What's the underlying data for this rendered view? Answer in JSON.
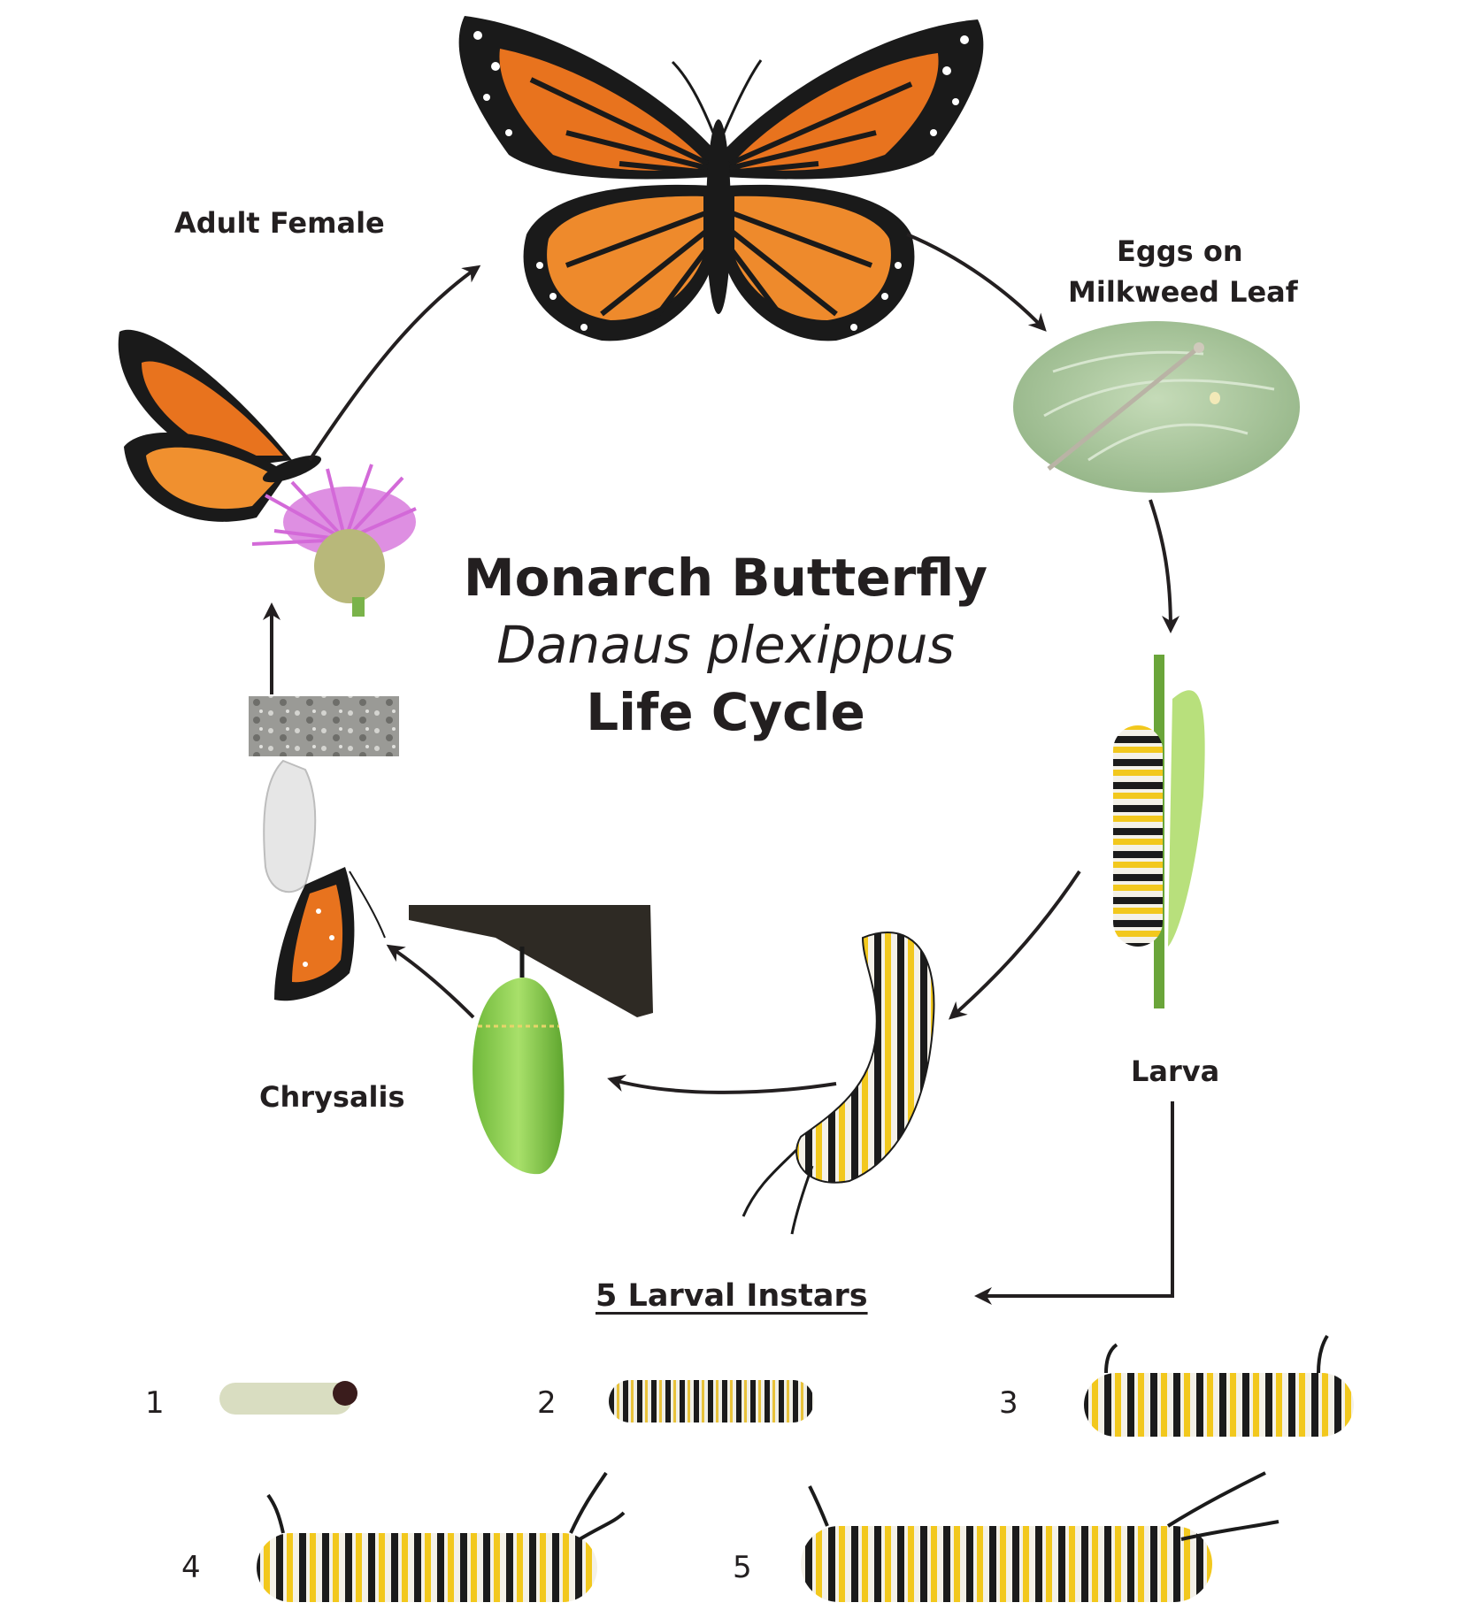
{
  "title": {
    "line1": "Monarch Butterfly",
    "line2": "Danaus plexippus",
    "line3": "Life Cycle"
  },
  "stages": {
    "adult_female": "Adult Female",
    "eggs_line1": "Eggs on",
    "eggs_line2": "Milkweed Leaf",
    "larva": "Larva",
    "chrysalis": "Chrysalis"
  },
  "instars": {
    "heading": "5 Larval Instars",
    "items": [
      {
        "number": "1"
      },
      {
        "number": "2"
      },
      {
        "number": "3"
      },
      {
        "number": "4"
      },
      {
        "number": "5"
      }
    ]
  },
  "colors": {
    "text": "#231f20",
    "arrow": "#231f20",
    "monarch_orange": "#e8731e",
    "wing_black": "#1a1a1a",
    "caterpillar_yellow": "#f2c81d",
    "chrysalis_green": "#8fcf4a",
    "leaf_green": "#a9c79a",
    "thistle_pink": "#d36ad8"
  }
}
